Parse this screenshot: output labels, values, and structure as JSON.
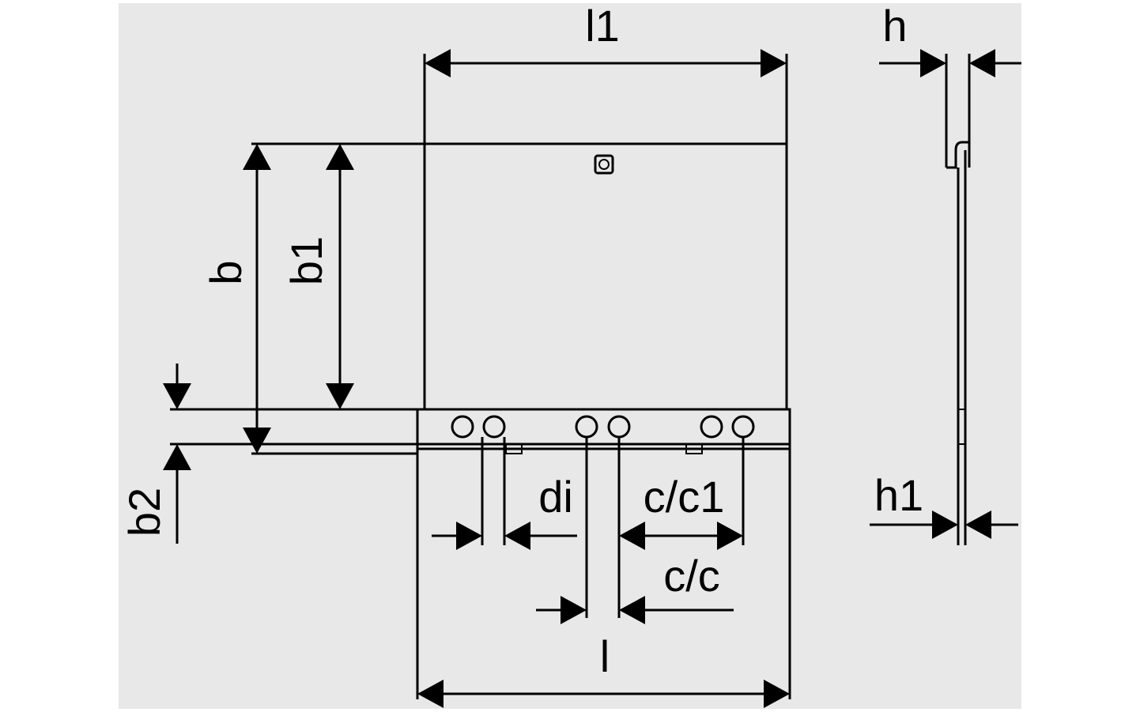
{
  "labels": {
    "l1": "l1",
    "l": "l",
    "b": "b",
    "b1": "b1",
    "b2": "b2",
    "h": "h",
    "h1": "h1",
    "di": "di",
    "cc1": "c/c1",
    "cc": "c/c"
  },
  "colors": {
    "background": "#ffffff",
    "panel": "#e8e8e8",
    "line": "#000000"
  }
}
